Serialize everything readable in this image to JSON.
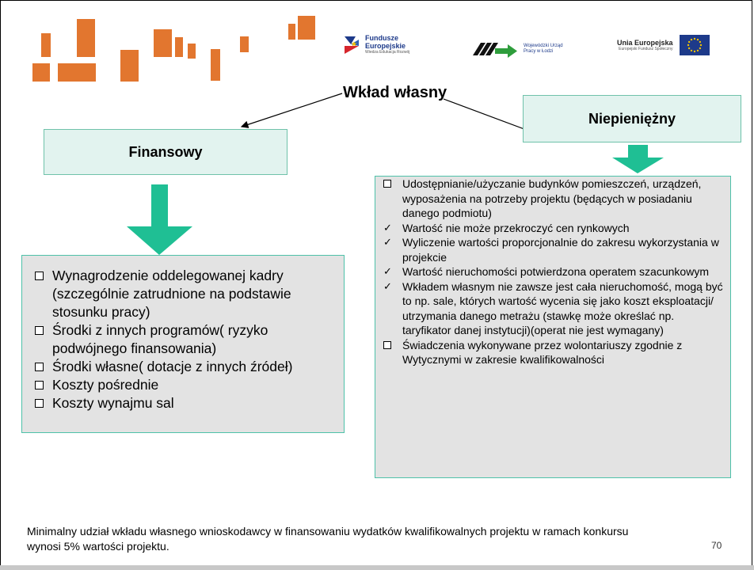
{
  "colors": {
    "accent_orange": "#e2762f",
    "heading_box_fill": "#e2f3ef",
    "heading_box_border": "#6fc2aa",
    "list_box_fill": "#e3e3e3",
    "list_box_border": "#4ec1a9",
    "arrow_green": "#1fbf94"
  },
  "logos": {
    "fundusze": {
      "line1": "Fundusze",
      "line2": "Europejskie",
      "line3": "Wiedza Edukacja Rozwój"
    },
    "wup": {
      "line1": "Wojewódzki Urząd",
      "line2": "Pracy w Łodzi"
    },
    "ue": {
      "line1": "Unia Europejska",
      "line2": "Europejski Fundusz Społeczny"
    }
  },
  "diagram": {
    "title": "Wkład własny",
    "left": {
      "heading": "Finansowy",
      "marker_icon": "checkbox-square-icon",
      "items": [
        "Wynagrodzenie oddelegowanej kadry (szczególnie zatrudnione na podstawie stosunku pracy)",
        "Środki z innych programów( ryzyko podwójnego finansowania)",
        "Środki własne( dotacje z innych źródeł)",
        "Koszty pośrednie",
        "Koszty wynajmu sal"
      ]
    },
    "right": {
      "heading": "Niepieniężny",
      "items": [
        {
          "marker": "checkbox-square-icon",
          "text": "Udostępnianie/użyczanie budynków pomieszczeń, urządzeń, wyposażenia na potrzeby projektu (będących w posiadaniu danego podmiotu)"
        },
        {
          "marker": "checkmark-icon",
          "text": "Wartość nie może przekroczyć cen rynkowych"
        },
        {
          "marker": "checkmark-icon",
          "text": "Wyliczenie wartości proporcjonalnie do zakresu wykorzystania w projekcie"
        },
        {
          "marker": "checkmark-icon",
          "text": "Wartość nieruchomości potwierdzona operatem szacunkowym"
        },
        {
          "marker": "checkmark-icon",
          "text": "Wkładem własnym nie zawsze jest cała nieruchomość, mogą być to np. sale, których wartość wycenia się jako koszt eksploatacji/ utrzymania danego metrażu (stawkę może określać np. taryfikator danej instytucji)(operat nie jest wymagany)"
        },
        {
          "marker": "checkbox-square-icon",
          "text": "Świadczenia wykonywane przez wolontariuszy zgodnie z Wytycznymi w zakresie kwalifikowalności"
        }
      ]
    }
  },
  "footnote": "Minimalny udział wkładu własnego wnioskodawcy w finansowaniu wydatków kwalifikowalnych projektu w ramach konkursu wynosi 5% wartości projektu.",
  "page_number": "70"
}
